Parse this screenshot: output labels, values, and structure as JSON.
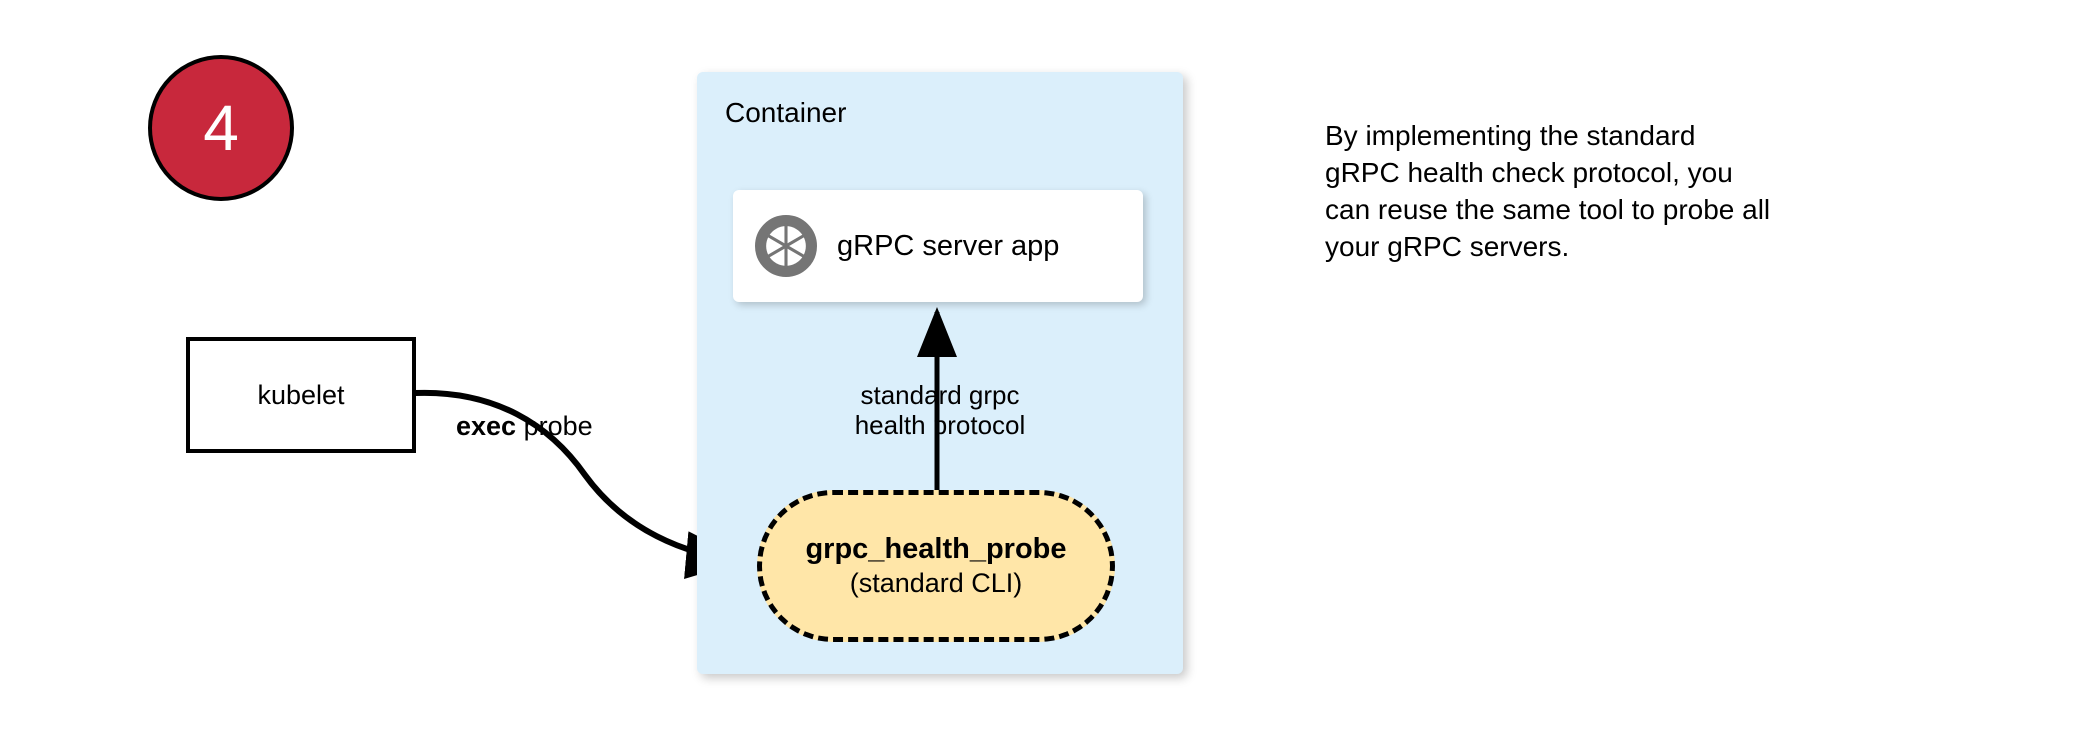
{
  "step": {
    "number": "4"
  },
  "kubelet": {
    "label": "kubelet"
  },
  "exec_probe": {
    "bold_word": "exec",
    "rest": " probe"
  },
  "container": {
    "title": "Container",
    "fill_color": "#dbeffb"
  },
  "server_app": {
    "label": "gRPC server app",
    "logo_name": "grpc-aperture-logo",
    "logo_color": "#757575"
  },
  "protocol": {
    "line1": "standard grpc",
    "line2": "health protocol"
  },
  "probe": {
    "title": "grpc_health_probe",
    "subtitle": "(standard CLI)",
    "fill_color": "#ffe6a8",
    "border_style": "dashed"
  },
  "note": {
    "line1": "By implementing the standard",
    "line2": "gRPC health check protocol, you",
    "line3": "can reuse the same tool to probe all",
    "line4": "your gRPC servers."
  },
  "colors": {
    "badge_fill": "#c8283c",
    "badge_text": "#ffffff",
    "stroke": "#000000",
    "background": "#ffffff"
  }
}
